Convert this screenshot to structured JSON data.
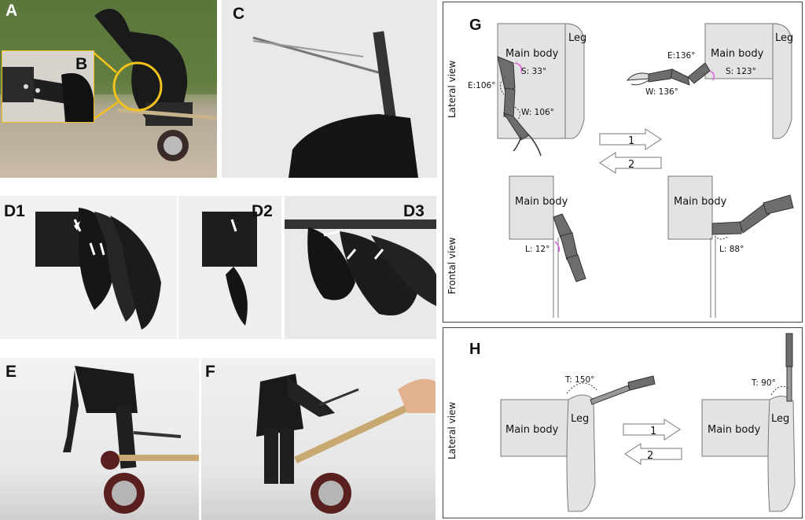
{
  "labels": {
    "A": "A",
    "B": "B",
    "C": "C",
    "D1": "D1",
    "D2": "D2",
    "D3": "D3",
    "E": "E",
    "F": "F",
    "G": "G",
    "H": "H"
  },
  "panel_g": {
    "views": {
      "lateral": "Lateral view",
      "frontal": "Frontal view"
    },
    "main_body": "Main body",
    "leg": "Leg",
    "angles_left": {
      "s": "S: 33°",
      "e": "E:106°",
      "w": "W: 106°"
    },
    "angles_right": {
      "e": "E:136°",
      "w": "W: 136°",
      "s": "S: 123°"
    },
    "frontal_left": {
      "l": "L: 12°"
    },
    "frontal_right": {
      "l": "L: 88°"
    },
    "arrow_1": "1",
    "arrow_2": "2"
  },
  "panel_h": {
    "view": "Lateral view",
    "main_body": "Main body",
    "leg": "Leg",
    "angle_left": "T: 150°",
    "angle_right": "T: 90°",
    "arrow_1": "1",
    "arrow_2": "2"
  },
  "colors": {
    "body_fill": "#e3e3e3",
    "arm_fill": "#6d6d6d",
    "accent": "#e060e0"
  }
}
